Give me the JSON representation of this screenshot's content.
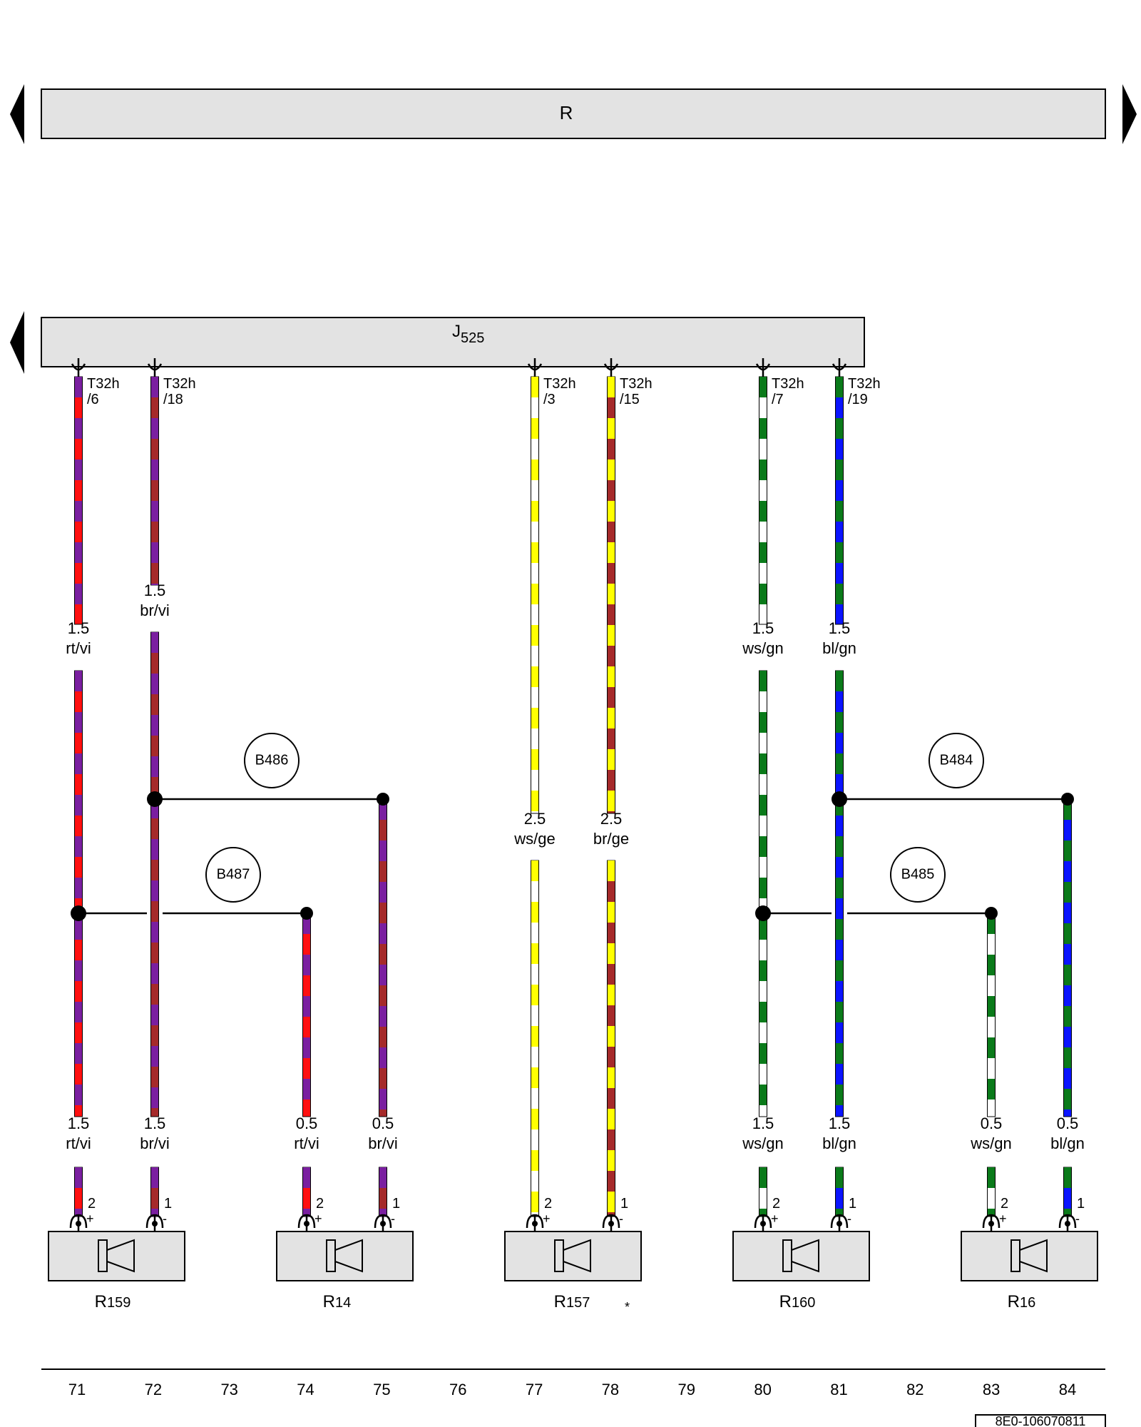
{
  "colors": {
    "rt": "#ff1010",
    "vi": "#7a1fa0",
    "br": "#a52a2a",
    "ws": "#ffffff",
    "ge": "#ffff00",
    "gn": "#0a7a1a",
    "bl": "#0a14ff",
    "component_fill": "#e3e3e3"
  },
  "component_top": {
    "label": "R"
  },
  "component_main": {
    "label": "J",
    "sub": "525"
  },
  "wires": [
    {
      "id": "w1",
      "pin_line1": "T32h",
      "pin_line2": "/6",
      "colors": [
        "rt",
        "vi"
      ],
      "top_label": [
        "1.5",
        "rt/vi"
      ],
      "bottom_label": [
        "1.5",
        "rt/vi"
      ],
      "speaker_pin": "2",
      "polarity": "+"
    },
    {
      "id": "w2",
      "pin_line1": "T32h",
      "pin_line2": "/18",
      "colors": [
        "br",
        "vi"
      ],
      "top_label": [
        "1.5",
        "br/vi"
      ],
      "bottom_label": [
        "1.5",
        "br/vi"
      ],
      "speaker_pin": "1",
      "polarity": "-"
    },
    {
      "id": "w3",
      "colors": [
        "rt",
        "vi"
      ],
      "bottom_label": [
        "0.5",
        "rt/vi"
      ],
      "speaker_pin": "2",
      "polarity": "+"
    },
    {
      "id": "w4",
      "colors": [
        "br",
        "vi"
      ],
      "bottom_label": [
        "0.5",
        "br/vi"
      ],
      "speaker_pin": "1",
      "polarity": "-"
    },
    {
      "id": "w5",
      "pin_line1": "T32h",
      "pin_line2": "/3",
      "colors": [
        "ws",
        "ge"
      ],
      "top_label": [
        "2.5",
        "ws/ge"
      ],
      "speaker_pin": "2",
      "polarity": "+"
    },
    {
      "id": "w6",
      "pin_line1": "T32h",
      "pin_line2": "/15",
      "colors": [
        "br",
        "ge"
      ],
      "top_label": [
        "2.5",
        "br/ge"
      ],
      "speaker_pin": "1",
      "polarity": "-"
    },
    {
      "id": "w7",
      "pin_line1": "T32h",
      "pin_line2": "/7",
      "colors": [
        "ws",
        "gn"
      ],
      "top_label": [
        "1.5",
        "ws/gn"
      ],
      "bottom_label": [
        "1.5",
        "ws/gn"
      ],
      "speaker_pin": "2",
      "polarity": "+"
    },
    {
      "id": "w8",
      "pin_line1": "T32h",
      "pin_line2": "/19",
      "colors": [
        "bl",
        "gn"
      ],
      "top_label": [
        "1.5",
        "bl/gn"
      ],
      "bottom_label": [
        "1.5",
        "bl/gn"
      ],
      "speaker_pin": "1",
      "polarity": "-"
    },
    {
      "id": "w9",
      "colors": [
        "ws",
        "gn"
      ],
      "bottom_label": [
        "0.5",
        "ws/gn"
      ],
      "speaker_pin": "2",
      "polarity": "+"
    },
    {
      "id": "w10",
      "colors": [
        "bl",
        "gn"
      ],
      "bottom_label": [
        "0.5",
        "bl/gn"
      ],
      "speaker_pin": "1",
      "polarity": "-"
    }
  ],
  "splices": [
    "B486",
    "B487",
    "B484",
    "B485"
  ],
  "speakers": [
    {
      "prefix": "R",
      "sub": "159"
    },
    {
      "prefix": "R",
      "sub": "14"
    },
    {
      "prefix": "R",
      "sub": "157",
      "note": "*"
    },
    {
      "prefix": "R",
      "sub": "160"
    },
    {
      "prefix": "R",
      "sub": "16"
    }
  ],
  "track_numbers": [
    "71",
    "72",
    "73",
    "74",
    "75",
    "76",
    "77",
    "78",
    "79",
    "80",
    "81",
    "82",
    "83",
    "84"
  ],
  "diagram_code": "8E0-106070811"
}
